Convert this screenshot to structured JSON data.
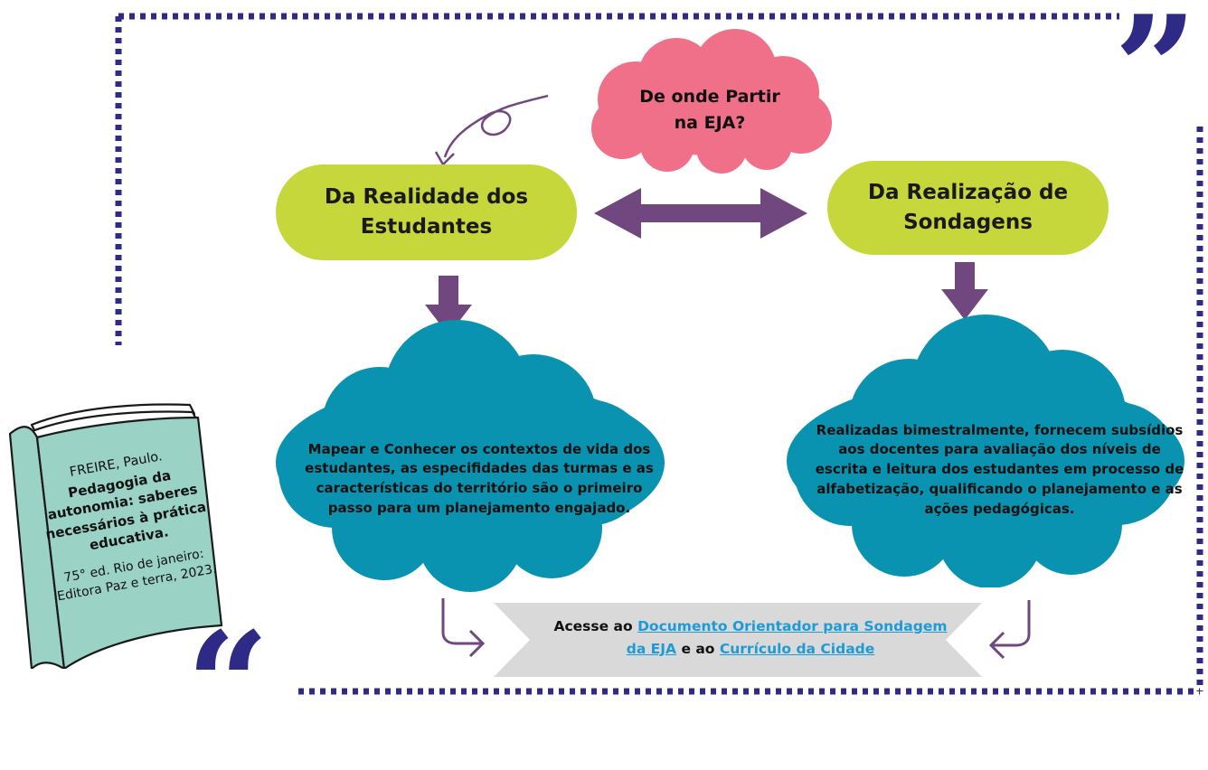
{
  "top_cloud": {
    "line1": "De onde Partir",
    "line2": "na EJA?"
  },
  "left_pill": {
    "line1": "Da Realidade dos",
    "line2": "Estudantes"
  },
  "right_pill": {
    "line1": "Da Realização de",
    "line2": "Sondagens"
  },
  "left_cloud_text": "Mapear e Conhecer os contextos de vida dos estudantes, as especifidades das turmas e as características do território são o primeiro passo para um planejamento engajado.",
  "right_cloud_text": "Realizadas bimestralmente, fornecem subsídios aos docentes para avaliação dos níveis de escrita e leitura dos estudantes em processo de alfabetização, qualificando o planejamento e as ações pedagógicas.",
  "ribbon": {
    "prefix": "Acesse ao",
    "link1": "Documento Orientador para Sondagem da EJA",
    "middle": "e ao",
    "link2": "Currículo da Cidade"
  },
  "book": {
    "author": "FREIRE, Paulo.",
    "title": "Pedagogia da autonomia: saberes necessários à prática educativa.",
    "edition": "75° ed. Rio de janeiro: Editora Paz e terra, 2023."
  },
  "quote_open": "“",
  "quote_close": "”",
  "colors": {
    "frame": "#2e2a86",
    "pink": "#ef7088",
    "lime": "#c6d73b",
    "teal": "#0993b0",
    "purple": "#70477e",
    "ribbon": "#d9d9d9",
    "book": "#9ad3c5",
    "link": "#1e9ad6"
  }
}
